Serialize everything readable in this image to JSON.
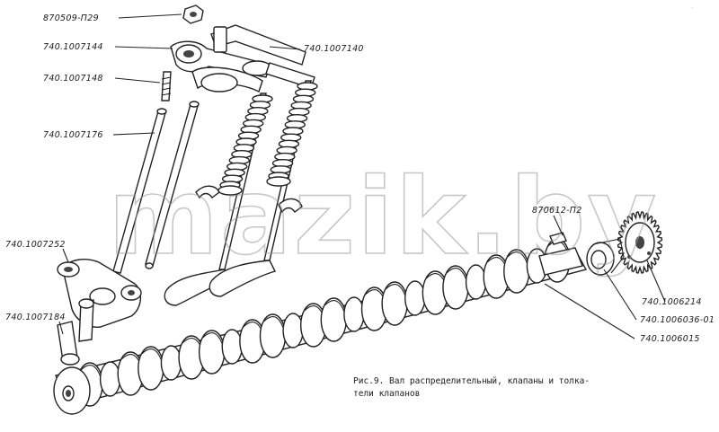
{
  "labels": {
    "l1": "870509-П29",
    "l2": "740.1007144",
    "l3": "740.1007140",
    "l4": "740.1007148",
    "l5": "740.1007176",
    "l6": "740.1007252",
    "l7": "740.1007184",
    "l8": "870612-П2",
    "l9": "740.1006214",
    "l10": "740.1006036-01",
    "l11": "740.1006015"
  },
  "caption": {
    "line1": "Рис.9. Вал распределительный, клапаны и толка-",
    "line2": "тели клапанов"
  },
  "watermark": "mazik.by"
}
